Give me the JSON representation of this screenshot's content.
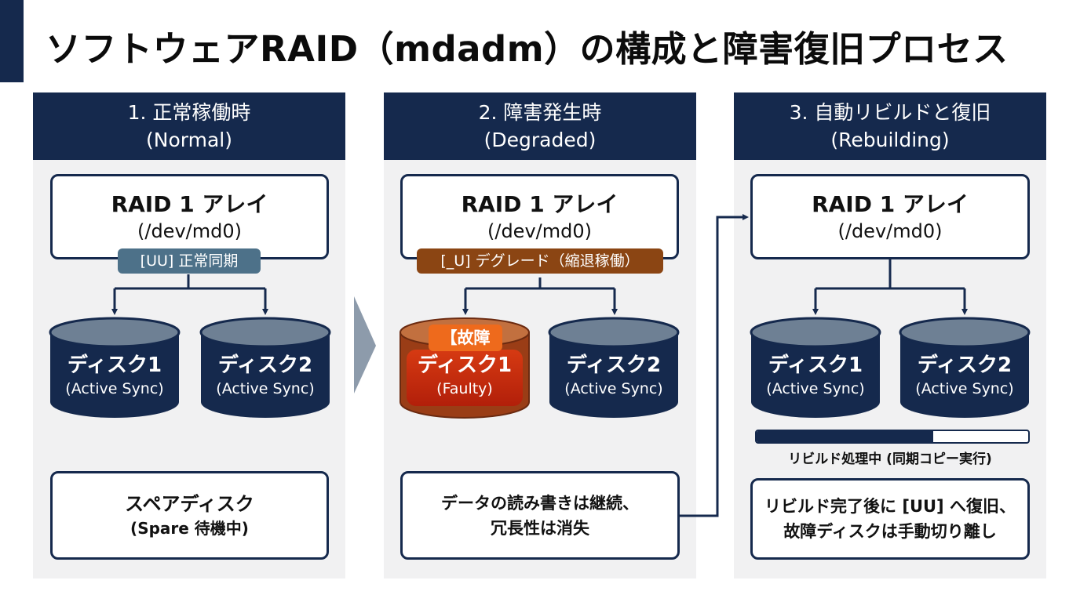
{
  "title": "ソフトウェアRAID（mdadm）の構成と障害復旧プロセス",
  "colors": {
    "navy": "#15294d",
    "steel": "#4d7189",
    "brown": "#8b4513",
    "fault_red": "#c8260e",
    "fault_orange": "#ee6a1c"
  },
  "panels": [
    {
      "heading": "1. 正常稼働時",
      "subheading": "(Normal)",
      "array_name": "RAID 1 アレイ",
      "array_device": "(/dev/md0)",
      "status": "[UU] 正常同期",
      "disks": [
        {
          "name": "ディスク1",
          "state": "(Active Sync)"
        },
        {
          "name": "ディスク2",
          "state": "(Active Sync)"
        }
      ],
      "note_line1": "スペアディスク",
      "note_line2": "(Spare 待機中)"
    },
    {
      "heading": "2. 障害発生時",
      "subheading": "(Degraded)",
      "array_name": "RAID 1 アレイ",
      "array_device": "(/dev/md0)",
      "status": "[_U] デグレード（縮退稼働）",
      "fault_tag": "【故障",
      "disks": [
        {
          "name": "ディスク1",
          "state": "(Faulty)"
        },
        {
          "name": "ディスク2",
          "state": "(Active Sync)"
        }
      ],
      "note_line1": "データの読み書きは継続、",
      "note_line2": "冗長性は消失"
    },
    {
      "heading": "3. 自動リビルドと復旧",
      "subheading": "(Rebuilding)",
      "array_name": "RAID 1 アレイ",
      "array_device": "(/dev/md0)",
      "disks": [
        {
          "name": "ディスク1",
          "state": "(Active Sync)"
        },
        {
          "name": "ディスク2",
          "state": "(Active Sync)"
        }
      ],
      "progress_fraction": 0.65,
      "progress_caption": "リビルド処理中 (同期コピー実行)",
      "note_line1": "リビルド完了後に [UU] へ復旧、",
      "note_line2": "故障ディスクは手動切り離し"
    }
  ]
}
